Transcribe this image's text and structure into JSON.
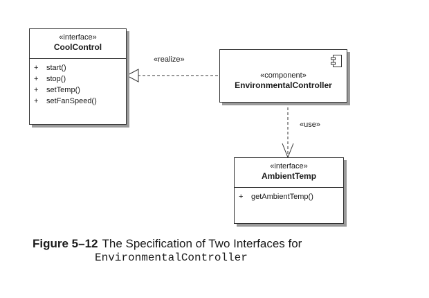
{
  "cool_control": {
    "stereotype": "«interface»",
    "name": "CoolControl",
    "operations": [
      {
        "visibility": "+",
        "label": "start()"
      },
      {
        "visibility": "+",
        "label": "stop()"
      },
      {
        "visibility": "+",
        "label": "setTemp()"
      },
      {
        "visibility": "+",
        "label": "setFanSpeed()"
      }
    ]
  },
  "environmental_controller": {
    "stereotype": "«component»",
    "name": "EnvironmentalController",
    "icon": "component-icon"
  },
  "ambient_temp": {
    "stereotype": "«interface»",
    "name": "AmbientTemp",
    "operations": [
      {
        "visibility": "+",
        "label": "getAmbientTemp()"
      }
    ]
  },
  "relationships": {
    "realize_label": "«realize»",
    "use_label": "«use»"
  },
  "caption": {
    "figure_number": "Figure 5–12",
    "text": "The Specification of Two Interfaces for",
    "code": "EnvironmentalController"
  },
  "colors": {
    "line": "#333333",
    "shadow": "#9a9a9a",
    "background": "#ffffff"
  }
}
